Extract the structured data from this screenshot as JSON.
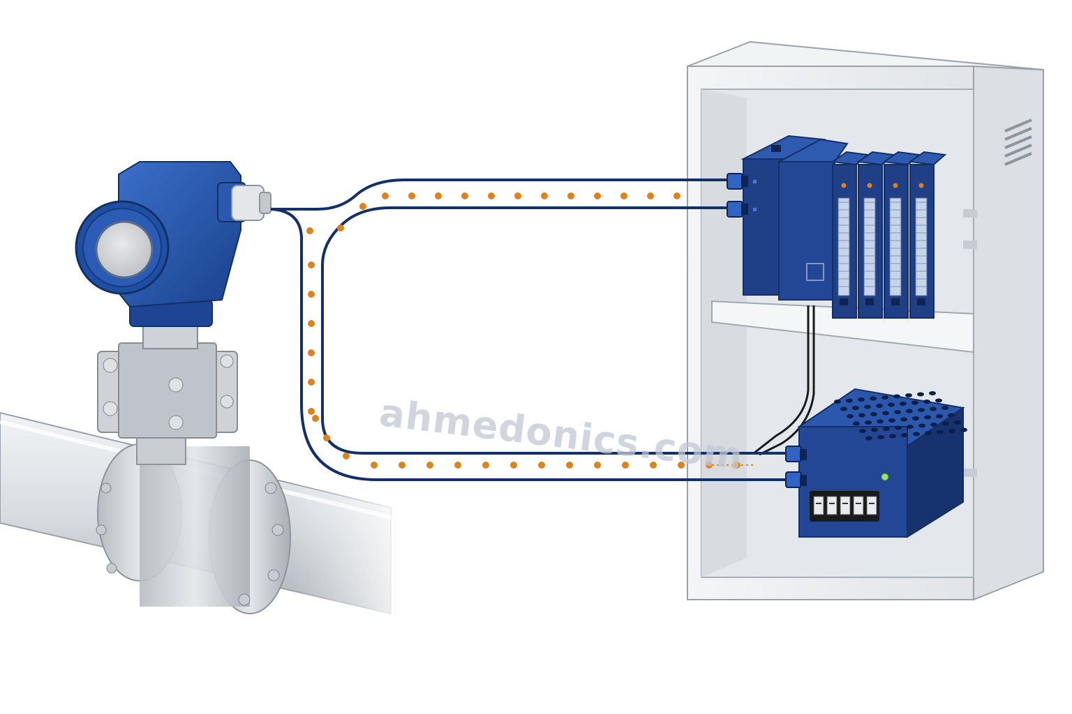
{
  "watermark": {
    "text": "ahmedonics.com"
  },
  "colors": {
    "device_blue": "#1f4fa3",
    "module_navy": "#1f3f87",
    "wire_navy": "#13306a",
    "signal_dots": "#e0821c",
    "status_led": "#9be36a",
    "pipe_grey": "#d5d9de",
    "cabinet_grey": "#eceef1"
  },
  "scene": {
    "transmitter": {
      "icon": "pressure-transmitter-icon"
    },
    "pipe": {
      "icon": "pipe-icon"
    },
    "cabinet": {
      "icon": "control-cabinet-icon"
    },
    "plc": {
      "icon": "plc-rack-icon",
      "io_module_count": 4
    },
    "power_supply": {
      "icon": "power-supply-icon",
      "terminal_count": 5
    },
    "loop": {
      "icon": "current-loop-wiring-icon"
    }
  }
}
